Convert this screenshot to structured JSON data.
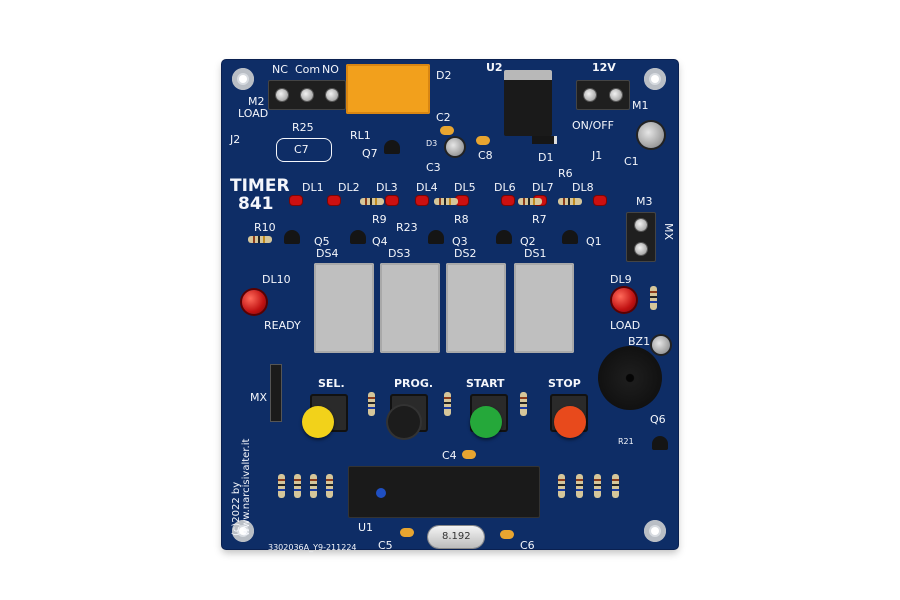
{
  "board": {
    "title_line1": "TIMER",
    "title_line2": "841",
    "credit_line1": "(c)2022 by",
    "credit_line2": "www.narcisivalter.it",
    "serial": "3302036A_Y9-211224",
    "colors": {
      "pcb": "#0e2d66",
      "silkscreen": "#f4f6fb",
      "relay": "#f2a01c",
      "display": "#bfbfbf"
    }
  },
  "labels": {
    "nc": "NC",
    "com": "Com",
    "no": "NO",
    "m2": "M2",
    "load": "LOAD",
    "r25": "R25",
    "c7": "C7",
    "j2": "J2",
    "rl1": "RL1",
    "q7": "Q7",
    "d2": "D2",
    "c2": "C2",
    "d3": "D3",
    "c3": "C3",
    "c8": "C8",
    "u2": "U2",
    "d1": "D1",
    "v12": "12V",
    "m1": "M1",
    "on_off": "ON/OFF",
    "j1": "J1",
    "c1": "C1",
    "dl1": "DL1",
    "dl2": "DL2",
    "dl3": "DL3",
    "dl4": "DL4",
    "dl5": "DL5",
    "dl6": "DL6",
    "dl7": "DL7",
    "dl8": "DL8",
    "r6": "R6",
    "r7": "R7",
    "r8": "R8",
    "r9": "R9",
    "r23": "R23",
    "r10": "R10",
    "q1": "Q1",
    "q2": "Q2",
    "q3": "Q3",
    "q4": "Q4",
    "q5": "Q5",
    "q6": "Q6",
    "ds1": "DS1",
    "ds2": "DS2",
    "ds3": "DS3",
    "ds4": "DS4",
    "m3": "M3",
    "mx_right": "MX",
    "dl10": "DL10",
    "ready": "READY",
    "dl9": "DL9",
    "load2": "LOAD",
    "bz": "BZ1",
    "mx_left": "MX",
    "sel": "SEL.",
    "prog": "PROG.",
    "start": "START",
    "stop": "STOP",
    "c4": "C4",
    "r21": "R21",
    "u1": "U1",
    "c5": "C5",
    "c6": "C6",
    "crystal": "8.192"
  },
  "buttons": {
    "sel_color": "#f2d21a",
    "prog_color": "#1c1c1c",
    "start_color": "#25a83a",
    "stop_color": "#e84a1c"
  }
}
